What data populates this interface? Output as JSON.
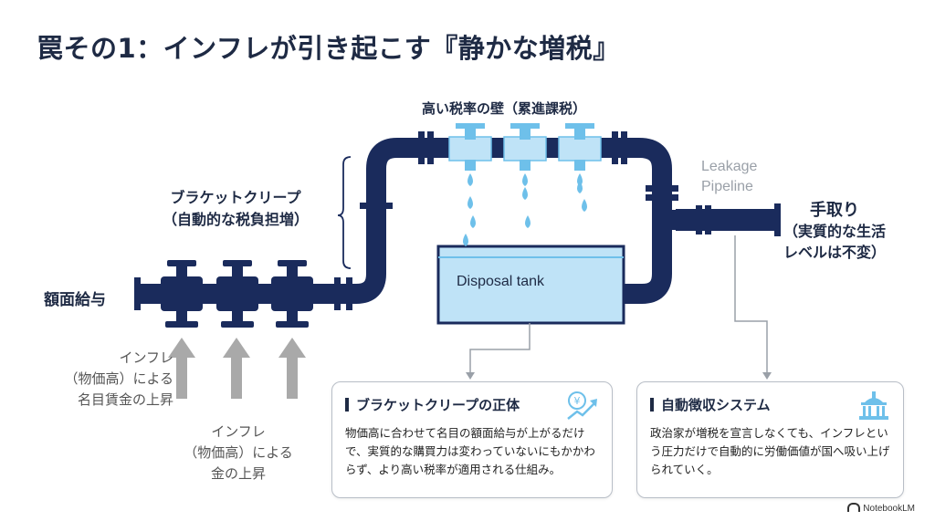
{
  "title": "罠その1：インフレが引き起こす『静かな増税』",
  "labels": {
    "wall": "高い税率の壁（累進課税）",
    "bracket_line1": "ブラケットクリープ",
    "bracket_line2": "（自動的な税負担増）",
    "salary": "額面給与",
    "leak_line1": "Leakage",
    "leak_line2": "Pipeline",
    "takehome_line1": "手取り",
    "takehome_line2": "（実質的な生活",
    "takehome_line3": "レベルは不変）",
    "inflation1_line1": "インフレ",
    "inflation1_line2": "（物価高）による",
    "inflation1_line3": "名目賃金の上昇",
    "inflation2_line1": "インフレ",
    "inflation2_line2": "（物価高）による",
    "inflation2_line3": "金の上昇",
    "tank": "Disposal tank"
  },
  "cards": [
    {
      "heading": "ブラケットクリープの正体",
      "body": "物価高に合わせて名目の額面給与が上がるだけで、実質的な購買力は変わっていないにもかかわらず、より高い税率が適用される仕組み。",
      "icon": "yen-growth-icon"
    },
    {
      "heading": "自動徴収システム",
      "body": "政治家が増税を宣言しなくても、インフレという圧力だけで自動的に労働価値が国へ吸い上げられていく。",
      "icon": "government-building-icon"
    }
  ],
  "footer": "NotebookLM",
  "colors": {
    "pipe": "#1a2b5c",
    "water": "#6ec0ea",
    "tank_fill": "#bfe3f7",
    "arrow": "#a9a9a9",
    "connector": "#9aa0a8"
  }
}
